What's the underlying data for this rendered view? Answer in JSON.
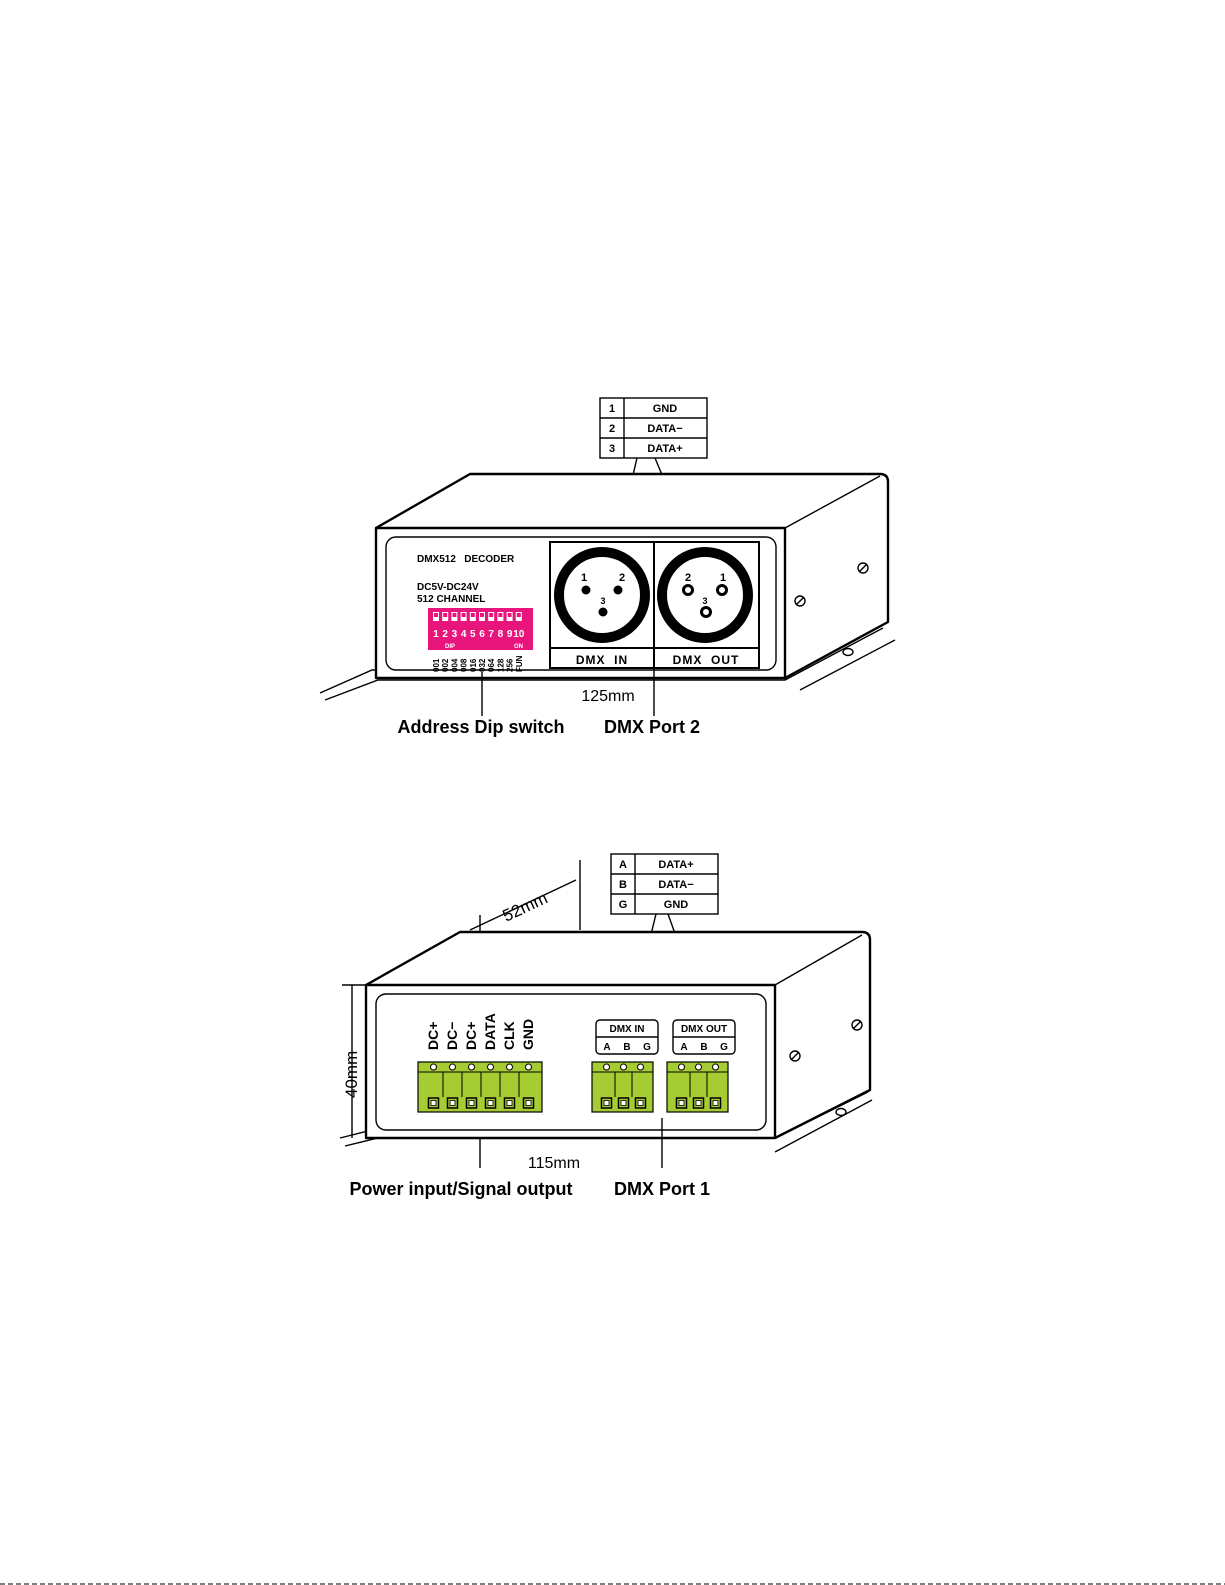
{
  "top_diagram": {
    "pin_table": [
      {
        "pin": "1",
        "signal": "GND"
      },
      {
        "pin": "2",
        "signal": "DATA−"
      },
      {
        "pin": "3",
        "signal": "DATA+"
      }
    ],
    "panel_title": "DMX512   DECODER",
    "panel_voltage": "DC5V-DC24V",
    "panel_channels": "512 CHANNEL",
    "dip_numbers": [
      "1",
      "2",
      "3",
      "4",
      "5",
      "6",
      "7",
      "8",
      "9",
      "10"
    ],
    "dip_label": "DIP",
    "dip_on_label": "ON",
    "dip_values": [
      "001",
      "002",
      "004",
      "008",
      "016",
      "032",
      "064",
      "128",
      "256",
      "FUN"
    ],
    "xlr_in_pins": [
      "1",
      "2",
      "3"
    ],
    "xlr_out_pins": [
      "2",
      "1",
      "3"
    ],
    "port_in_label": "DMX  IN",
    "port_out_label": "DMX  OUT",
    "width_dim": "125mm",
    "callout_left": "Address Dip switch",
    "callout_right": "DMX Port 2"
  },
  "bottom_diagram": {
    "pin_table": [
      {
        "pin": "A",
        "signal": "DATA+"
      },
      {
        "pin": "B",
        "signal": "DATA−"
      },
      {
        "pin": "G",
        "signal": "GND"
      }
    ],
    "depth_dim": "52mm",
    "height_dim": "40mm",
    "power_terminals": [
      "DC+",
      "DC−",
      "DC+",
      "DATA",
      "CLK",
      "GND"
    ],
    "dmx_in_label": "DMX IN",
    "dmx_out_label": "DMX OUT",
    "dmx_pins": [
      "A",
      "B",
      "G"
    ],
    "width_dim": "115mm",
    "callout_left": "Power input/Signal output",
    "callout_right": "DMX Port 1"
  },
  "colors": {
    "dip_switch": "#e8157d",
    "terminal_block": "#a6cc33",
    "line": "#000000"
  }
}
